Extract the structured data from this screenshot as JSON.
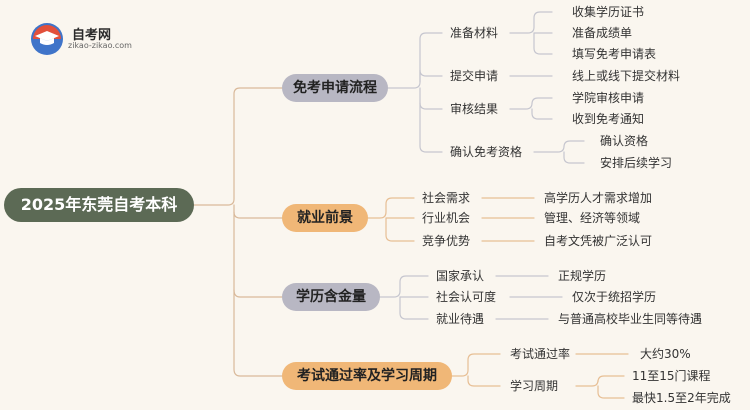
{
  "logo": {
    "title": "自考网",
    "subtitle": "zikao-zikao.com"
  },
  "root": "2025年东莞自考本科",
  "branches": [
    {
      "label": "免考申请流程",
      "children": [
        {
          "label": "准备材料",
          "leaves": [
            "收集学历证书",
            "准备成绩单",
            "填写免考申请表"
          ]
        },
        {
          "label": "提交申请",
          "leaves": [
            "线上或线下提交材料"
          ]
        },
        {
          "label": "审核结果",
          "leaves": [
            "学院审核申请",
            "收到免考通知"
          ]
        },
        {
          "label": "确认免考资格",
          "leaves": [
            "确认资格",
            "安排后续学习"
          ]
        }
      ]
    },
    {
      "label": "就业前景",
      "children": [
        {
          "label": "社会需求",
          "leaves": [
            "高学历人才需求增加"
          ]
        },
        {
          "label": "行业机会",
          "leaves": [
            "管理、经济等领域"
          ]
        },
        {
          "label": "竞争优势",
          "leaves": [
            "自考文凭被广泛认可"
          ]
        }
      ]
    },
    {
      "label": "学历含金量",
      "children": [
        {
          "label": "国家承认",
          "leaves": [
            "正规学历"
          ]
        },
        {
          "label": "社会认可度",
          "leaves": [
            "仅次于统招学历"
          ]
        },
        {
          "label": "就业待遇",
          "leaves": [
            "与普通高校毕业生同等待遇"
          ]
        }
      ]
    },
    {
      "label": "考试通过率及学习周期",
      "children": [
        {
          "label": "考试通过率",
          "leaves": [
            "大约30%"
          ]
        },
        {
          "label": "学习周期",
          "leaves": [
            "11至15门课程",
            "最快1.5至2年完成"
          ]
        }
      ]
    }
  ]
}
